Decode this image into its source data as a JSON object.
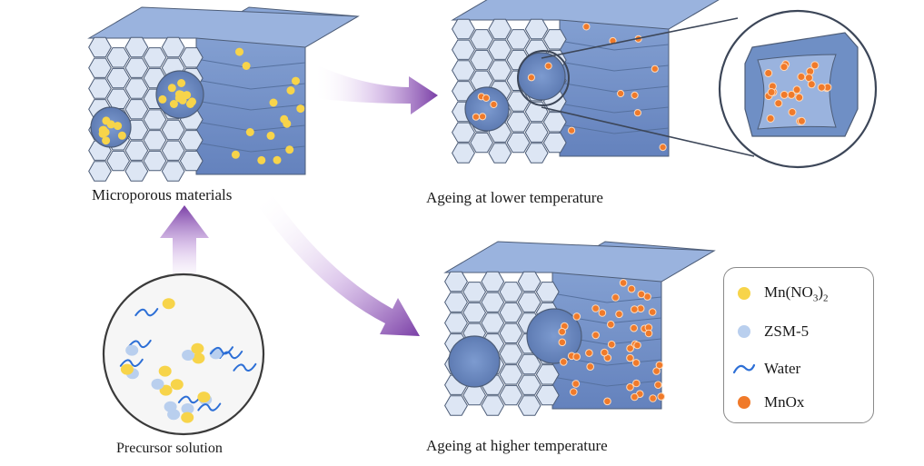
{
  "labels": {
    "microporous": "Microporous materials",
    "precursor": "Precursor solution",
    "lower": "Ageing at lower temperature",
    "higher": "Ageing at higher temperature"
  },
  "legend": {
    "mn_no3_base": "Mn(NO",
    "mn_no3_sub3": "3",
    "mn_no3_close": ")",
    "mn_no3_sub2": "2",
    "zsm5": "ZSM-5",
    "water": "Water",
    "mnox": "MnOx"
  },
  "colors": {
    "framework_face": "#dde6f4",
    "framework_side": "#6f8fc5",
    "framework_top": "#9ab3de",
    "edge": "#4d5d78",
    "mn_no3": "#f7d44a",
    "zsm5": "#b9cfee",
    "water": "#2d6fd6",
    "mnox": "#f07a2a",
    "arrow": "#7a3fa6"
  }
}
